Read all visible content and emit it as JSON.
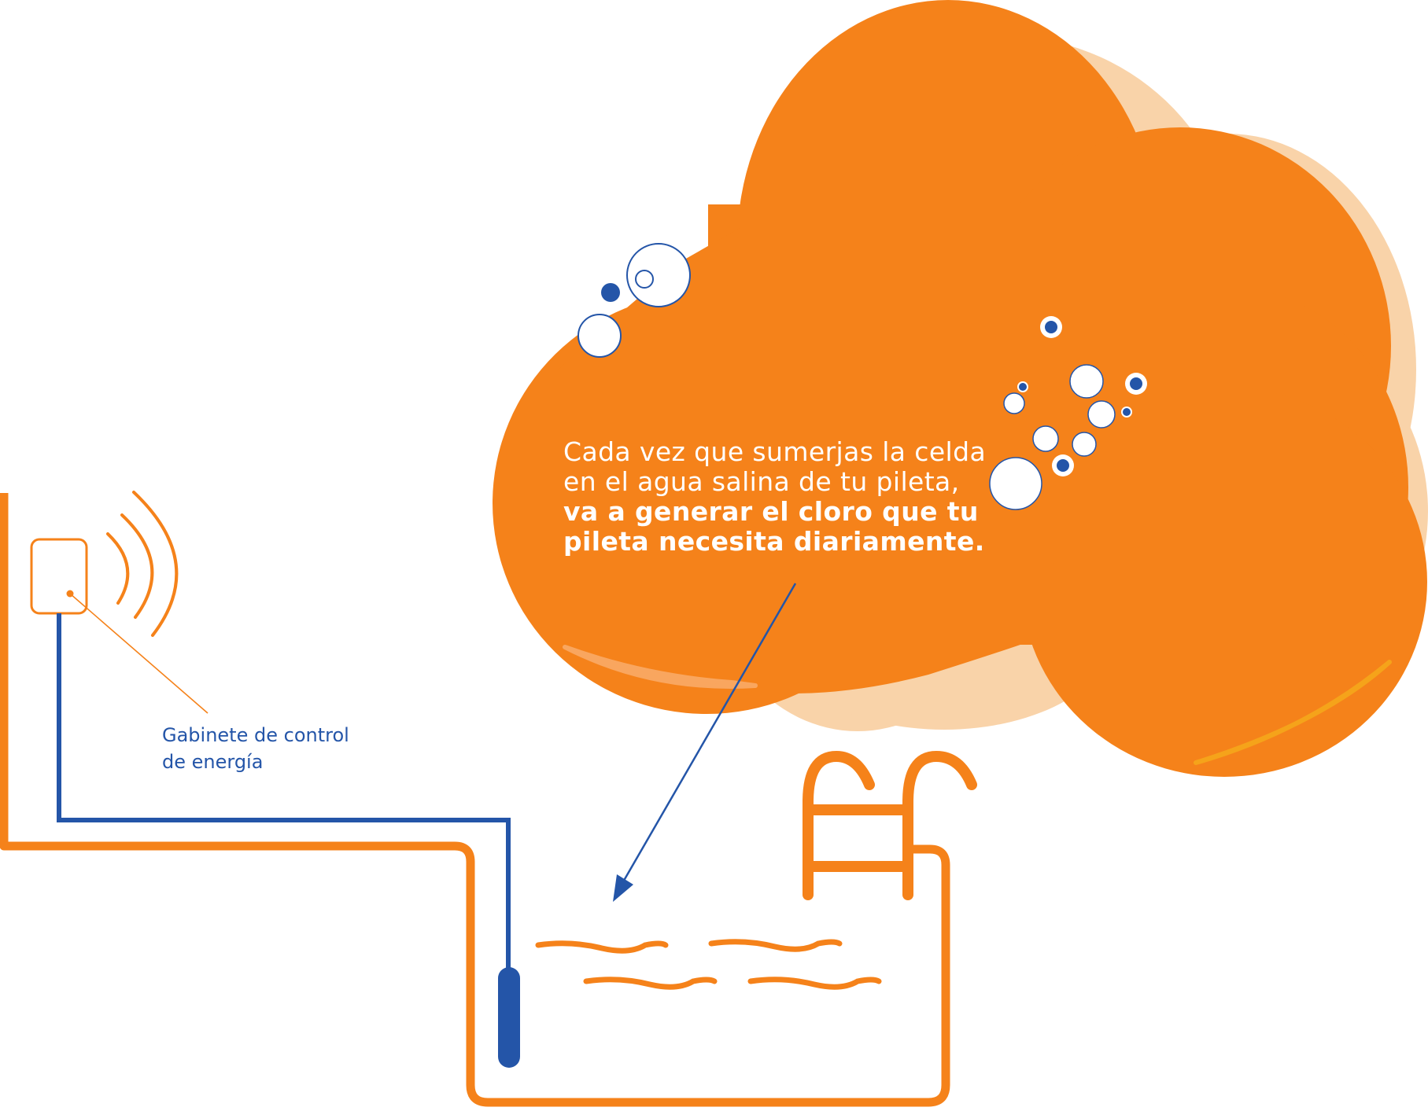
{
  "diagram": {
    "title": "Salt chlorinator pool diagram",
    "callout": {
      "regular": "Cada vez que sumerjas la celda en el agua salina de tu pileta, ",
      "bold": "va a generar el cloro que tu pileta necesita diariamente."
    },
    "cabinet_label": {
      "line1": "Gabinete de control",
      "line2": "de energía"
    },
    "components": [
      {
        "name": "control-cabinet",
        "icon": "cabinet-icon"
      },
      {
        "name": "wireless-signal",
        "icon": "signal-waves-icon"
      },
      {
        "name": "electrolytic-cell",
        "icon": "electrode-icon"
      },
      {
        "name": "pool",
        "icon": "pool-icon"
      },
      {
        "name": "pool-ladder",
        "icon": "ladder-icon"
      },
      {
        "name": "water-waves",
        "icon": "waves-icon"
      },
      {
        "name": "chlorine-bubbles",
        "icon": "bubbles-icon"
      }
    ],
    "colors": {
      "orange": "#f5821a",
      "light_orange": "#f9d3a9",
      "highlight": "#f5a31a",
      "blue": "#2455a8",
      "white": "#ffffff"
    }
  }
}
